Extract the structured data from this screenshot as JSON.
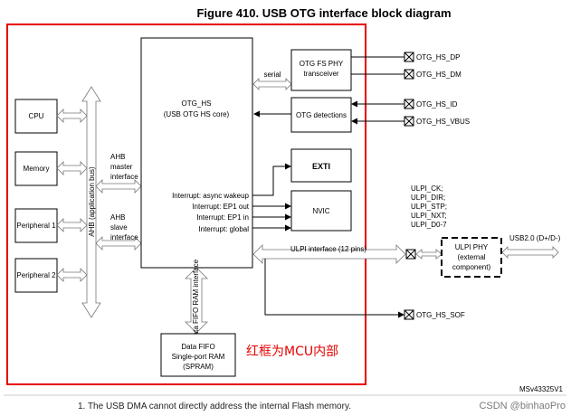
{
  "title": "Figure 410. USB OTG interface block diagram",
  "annotation_red": "红框为MCU内部",
  "blocks": {
    "cpu": "CPU",
    "memory": "Memory",
    "peripheral1": "Peripheral 1",
    "peripheral2": "Peripheral 2",
    "otg_core_line1": "OTG_HS",
    "otg_core_line2": "(USB OTG HS core)",
    "fs_phy_line1": "OTG FS PHY",
    "fs_phy_line2": "transceiver",
    "otg_detections": "OTG detections",
    "exti": "EXTI",
    "nvic": "NVIC",
    "fifo_line1": "Data FIFO",
    "fifo_line2": "Single-port RAM",
    "fifo_line3": "(SPRAM)",
    "ulpi_phy_line1": "ULPI PHY",
    "ulpi_phy_line2": "(external",
    "ulpi_phy_line3": "component)"
  },
  "labels": {
    "ahb_bus": "AHB (application bus)",
    "ahb_master_1": "AHB",
    "ahb_master_2": "master",
    "ahb_master_3": "interface",
    "ahb_slave_1": "AHB",
    "ahb_slave_2": "slave",
    "ahb_slave_3": "interface",
    "serial": "serial",
    "fifo_interface": "Data FIFO RAM interface",
    "ulpi_interface": "ULPI interface (12 pins)",
    "usb20": "USB2.0 (D+/D-)",
    "interrupts": [
      "Interrupt: async wakeup",
      "Interrupt: EP1 out",
      "Interrupt: EP1 in",
      "Interrupt: global"
    ],
    "ulpi_signals": [
      "ULPI_CK;",
      "ULPI_DIR;",
      "ULPI_STP;",
      "ULPI_NXT;",
      "ULPI_D0-7"
    ]
  },
  "pins": {
    "dp": "OTG_HS_DP",
    "dm": "OTG_HS_DM",
    "id": "OTG_HS_ID",
    "vbus": "OTG_HS_VBUS",
    "sof": "OTG_HS_SOF"
  },
  "footnote": "1.   The USB DMA cannot directly address the internal Flash memory.",
  "doc_id": "MSv43325V1",
  "watermark": "CSDN @binhaoPro",
  "colors": {
    "mcu_frame": "#e60000",
    "text": "#000000",
    "bus_outline": "#777777"
  }
}
